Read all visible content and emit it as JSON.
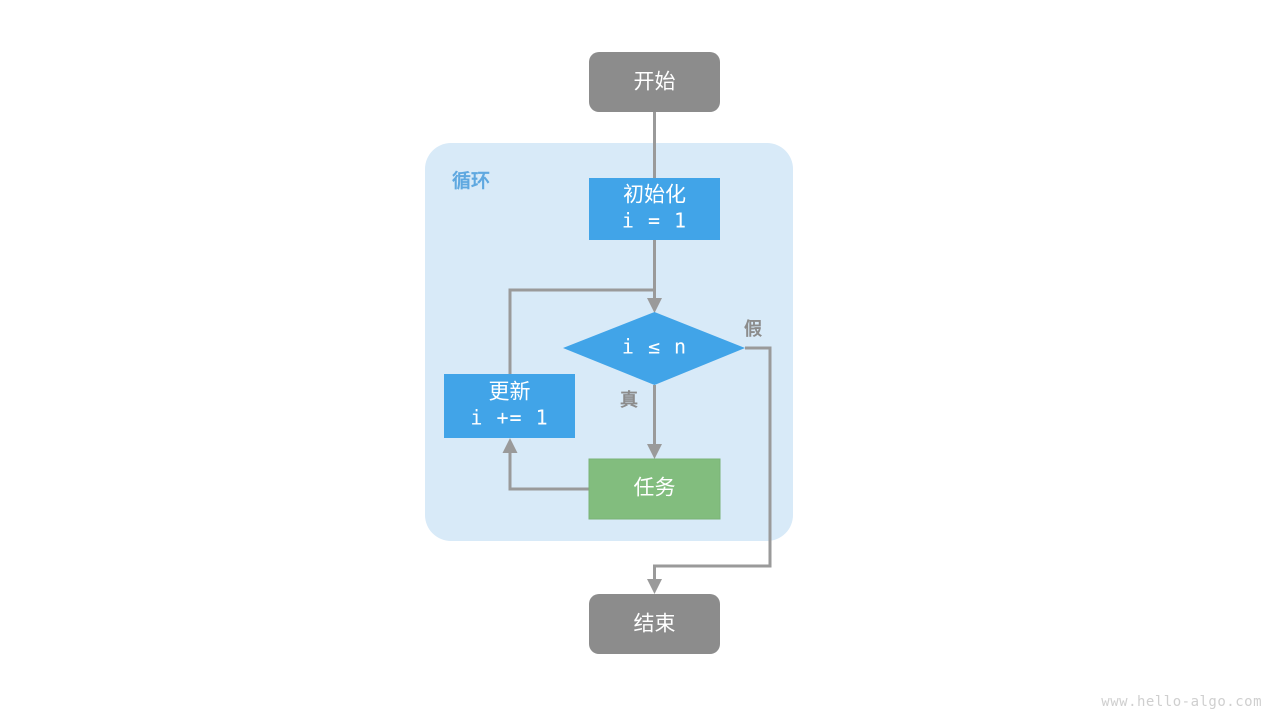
{
  "diagram": {
    "title": "for-loop-flowchart",
    "watermark": "www.hello-algo.com",
    "colors": {
      "start_end_fill": "#8c8c8c",
      "process_fill": "#41a4e8",
      "decision_fill": "#41a4e8",
      "task_fill": "#82bd7e",
      "task_stroke": "#7ab377",
      "group_fill": "#d8eaf8",
      "group_label": "#5fa8e0",
      "edge": "#9a9a9a",
      "node_text": "#ffffff",
      "edge_label": "#8c8c8c",
      "watermark": "#cfcfcf",
      "background": "#ffffff"
    },
    "group": {
      "label": "循环"
    },
    "nodes": {
      "start": {
        "label": "开始",
        "shape": "rounded-rect"
      },
      "init": {
        "label_line1": "初始化",
        "label_line2": "i = 1",
        "shape": "rect"
      },
      "decision": {
        "label": "i ≤ n",
        "shape": "diamond"
      },
      "update": {
        "label_line1": "更新",
        "label_line2": "i += 1",
        "shape": "rect"
      },
      "task": {
        "label": "任务",
        "shape": "rect"
      },
      "end": {
        "label": "结束",
        "shape": "rounded-rect"
      }
    },
    "edges": {
      "true_label": "真",
      "false_label": "假"
    }
  }
}
